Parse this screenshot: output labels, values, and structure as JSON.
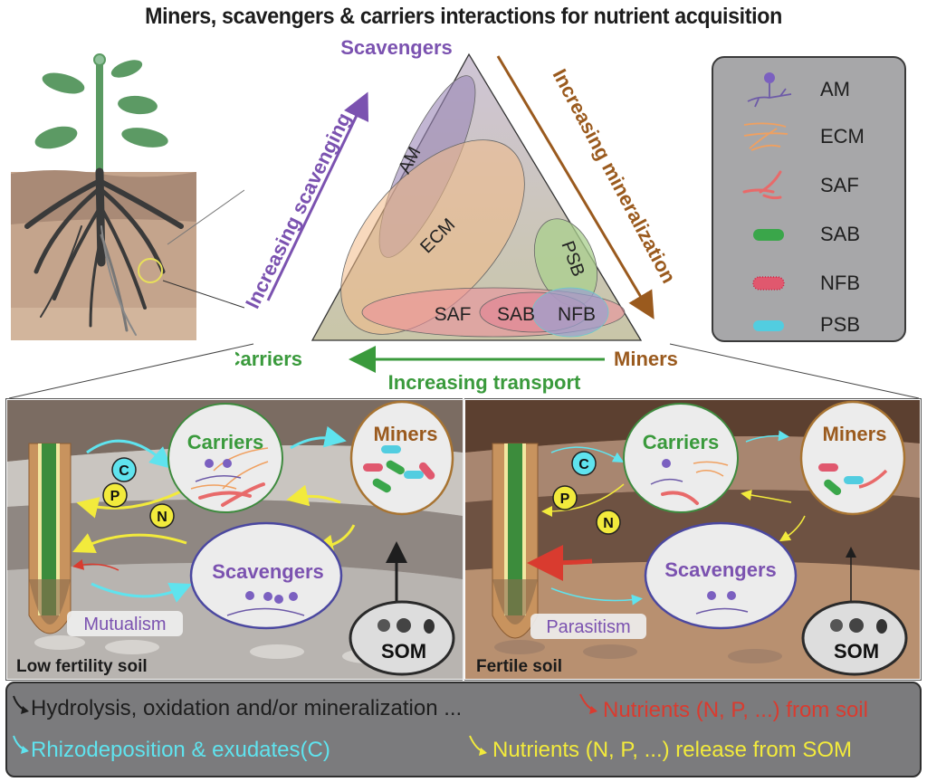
{
  "title": "Miners, scavengers & carriers interactions for nutrient acquisition",
  "colors": {
    "scavengers": "#7b52b0",
    "miners": "#9a5a1e",
    "carriers": "#3a9a3c",
    "carbon": "#5fe3ee",
    "nutrient_soil": "#d93b2f",
    "nutrient_som": "#f2ea3c",
    "hydrolysis": "#1e1e1e"
  },
  "triangle": {
    "apex_top": "Scavengers",
    "apex_left": "Carriers",
    "apex_right": "Miners",
    "left_axis": "Increasing scavenging",
    "right_axis": "Increasing mineralization",
    "bottom_axis": "Increasing transport",
    "regions": [
      {
        "id": "AM",
        "label": "AM"
      },
      {
        "id": "ECM",
        "label": "ECM"
      },
      {
        "id": "PSB",
        "label": "PSB"
      },
      {
        "id": "SAF",
        "label": "SAF"
      },
      {
        "id": "SAB",
        "label": "SAB"
      },
      {
        "id": "NFB",
        "label": "NFB"
      }
    ]
  },
  "legend": {
    "items": [
      {
        "code": "AM",
        "icon": "am-hypha-icon",
        "color": "#6d5aa8"
      },
      {
        "code": "ECM",
        "icon": "ecm-hypha-icon",
        "color": "#f0a060"
      },
      {
        "code": "SAF",
        "icon": "saf-hypha-icon",
        "color": "#e86a6a"
      },
      {
        "code": "SAB",
        "icon": "sab-bacterium-icon",
        "color": "#3aa64a"
      },
      {
        "code": "NFB",
        "icon": "nfb-bacterium-icon",
        "color": "#e0586e"
      },
      {
        "code": "PSB",
        "icon": "psb-bacterium-icon",
        "color": "#52cde0"
      }
    ]
  },
  "panels": [
    {
      "id": "low",
      "soil_label": "Low fertility soil",
      "interaction": "Mutualism",
      "carriers": "Carriers",
      "miners": "Miners",
      "scavengers": "Scavengers",
      "som": "SOM",
      "nutrients": [
        "C",
        "P",
        "N"
      ]
    },
    {
      "id": "fertile",
      "soil_label": "Fertile soil",
      "interaction": "Parasitism",
      "carriers": "Carriers",
      "miners": "Miners",
      "scavengers": "Scavengers",
      "som": "SOM",
      "nutrients": [
        "C",
        "P",
        "N"
      ]
    }
  ],
  "footer": {
    "hydrolysis": "Hydrolysis, oxidation and/or mineralization ...",
    "soil_nutrients": "Nutrients (N, P, ...) from soil",
    "rhizodeposition": "Rhizodeposition & exudates(C)",
    "som_nutrients": "Nutrients (N, P, ...) release from SOM"
  }
}
